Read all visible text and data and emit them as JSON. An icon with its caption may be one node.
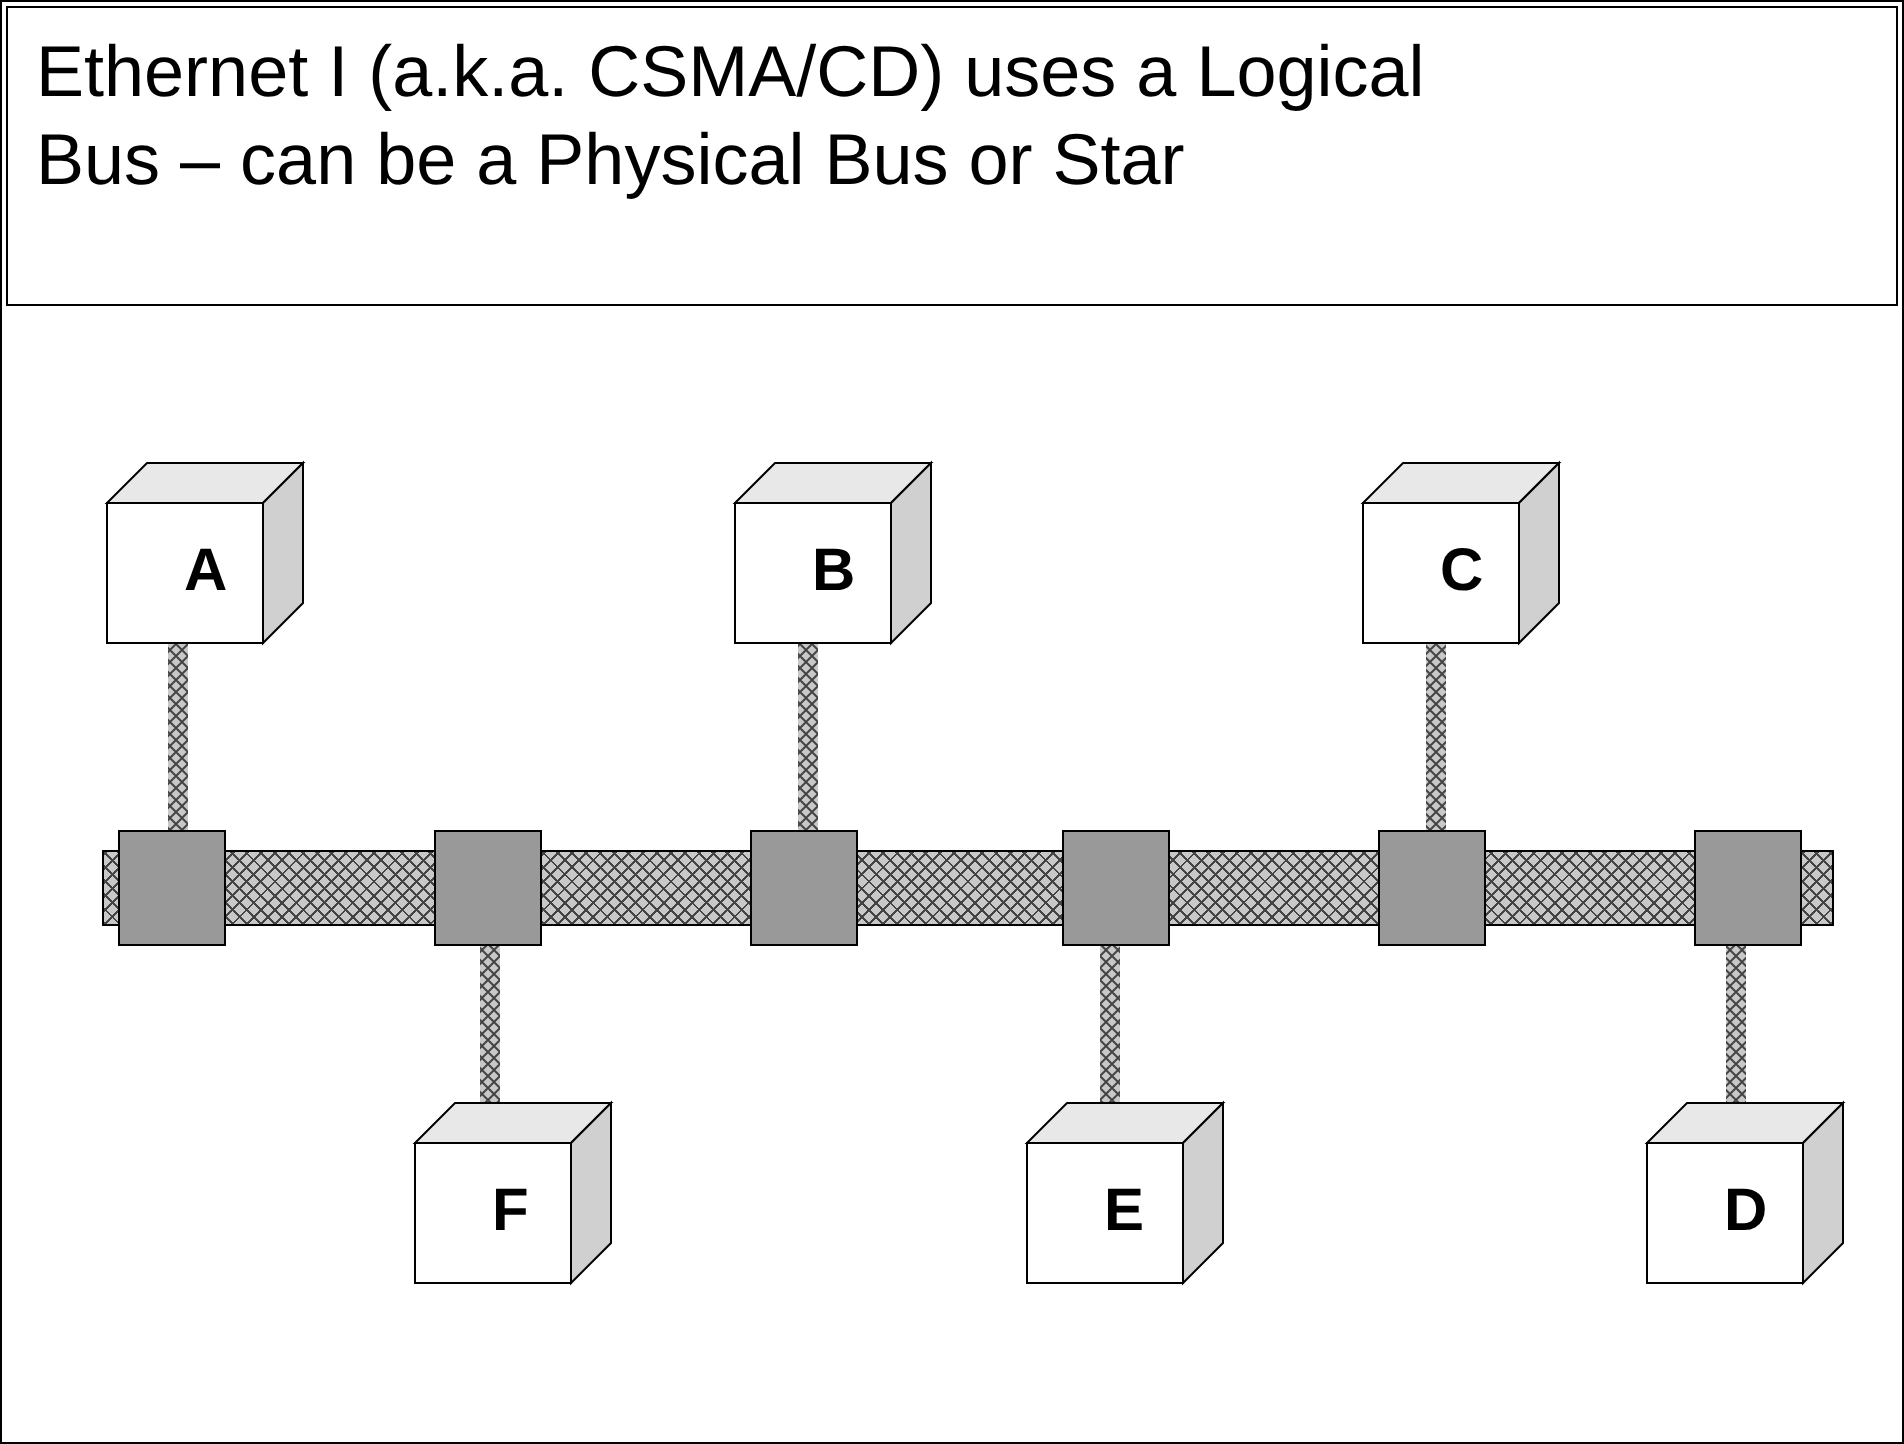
{
  "diagram": {
    "title": "Ethernet I (a.k.a. CSMA/CD) uses a Logical Bus – can be a Physical Bus or Star",
    "nodes": [
      {
        "text": [
          "A"
        ]
      },
      {
        "text": [
          "B"
        ]
      },
      {
        "text": [
          "C"
        ]
      },
      {
        "text": [],
        "shape": "bar"
      },
      {
        "text": [],
        "shape": "box"
      },
      {
        "text": [],
        "shape": "box"
      },
      {
        "text": [],
        "shape": "box"
      },
      {
        "text": [],
        "shape": "box"
      },
      {
        "text": [],
        "shape": "box"
      },
      {
        "text": [],
        "shape": "box"
      },
      {
        "text": [
          "F"
        ]
      },
      {
        "text": [
          "E"
        ]
      },
      {
        "text": [
          "D"
        ]
      }
    ],
    "edges": [
      {
        "from": 0,
        "to": 4,
        "arrow": "none"
      },
      {
        "from": 10,
        "to": 5,
        "arrow": "none"
      },
      {
        "from": 1,
        "to": 6,
        "arrow": "none"
      },
      {
        "from": 11,
        "to": 7,
        "arrow": "none"
      },
      {
        "from": 2,
        "to": 8,
        "arrow": "none"
      },
      {
        "from": 12,
        "to": 9,
        "arrow": "none"
      }
    ]
  }
}
